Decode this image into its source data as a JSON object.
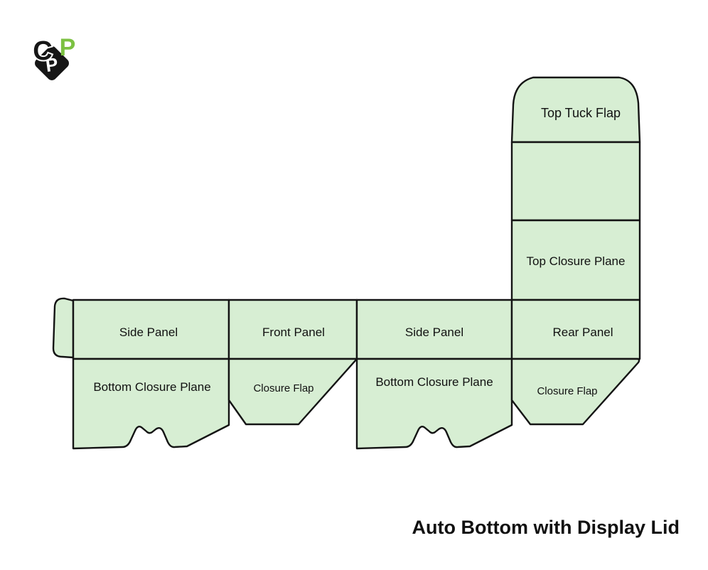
{
  "page_title": "Auto Bottom with Display Lid",
  "colors": {
    "panel_fill": "#d7eed3",
    "outline": "#141414",
    "logo_green": "#7cc142",
    "logo_black": "#161616",
    "text": "#111111"
  },
  "logo": {
    "c": "C",
    "p_green": "P",
    "p_white": "P"
  },
  "dieline": {
    "top_tuck_flap": "Top Tuck Flap",
    "top_closure_plane": "Top Closure Plane",
    "side_panel_left": "Side Panel",
    "front_panel": "Front Panel",
    "side_panel_right": "Side Panel",
    "rear_panel": "Rear Panel",
    "bottom_closure_plane_left": "Bottom Closure Plane",
    "closure_flap_left": "Closure Flap",
    "bottom_closure_plane_right": "Bottom Closure Plane",
    "closure_flap_right": "Closure Flap"
  }
}
